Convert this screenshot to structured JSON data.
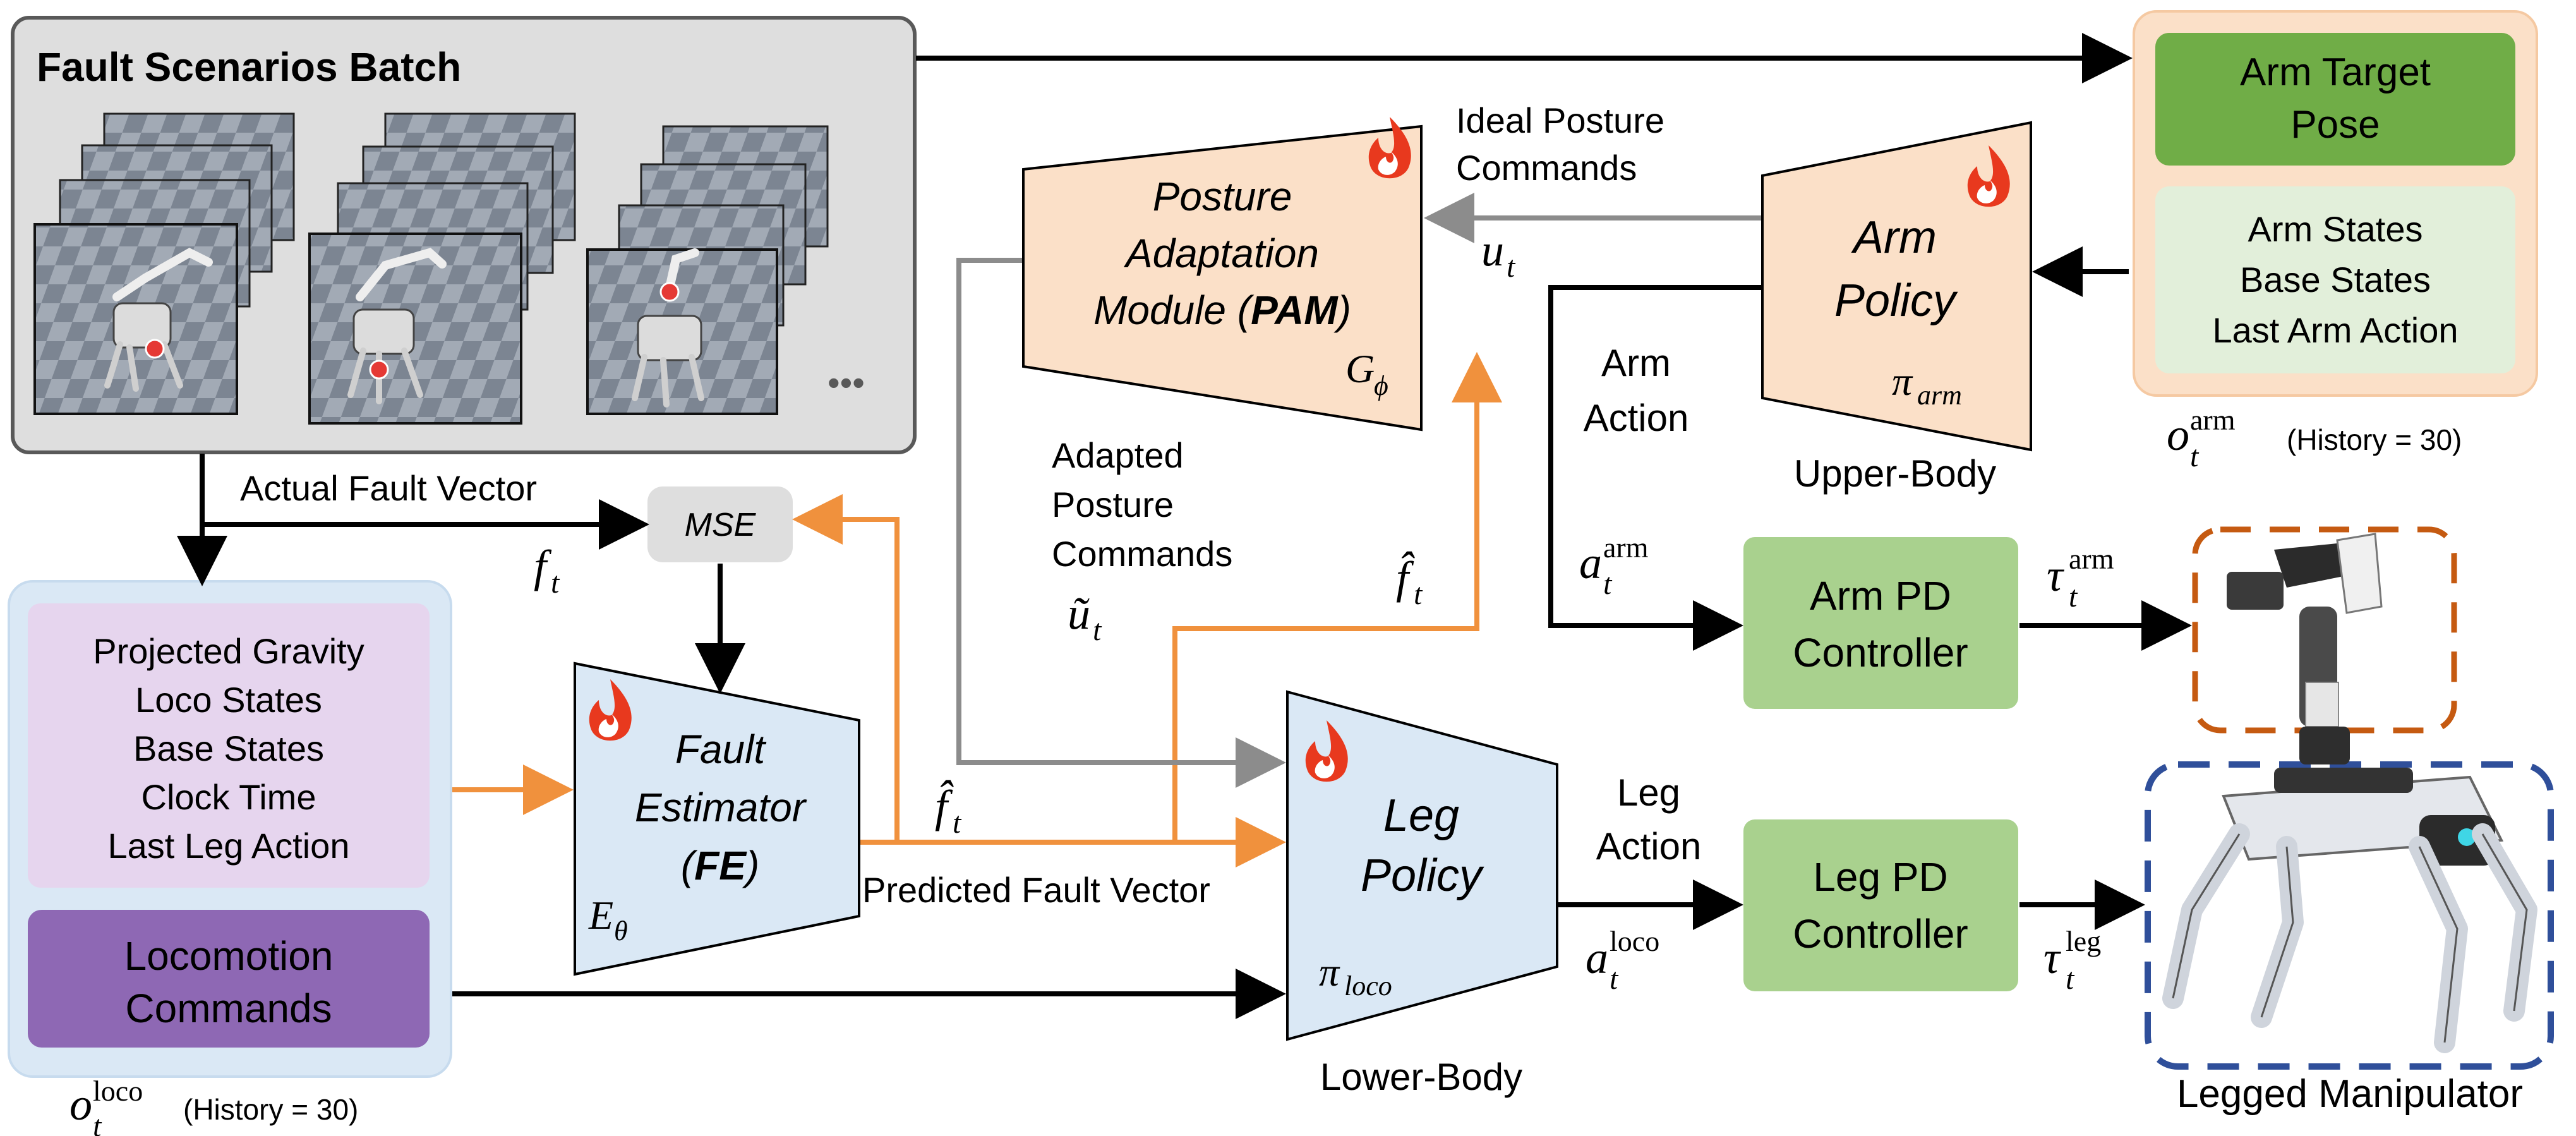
{
  "fault_batch": {
    "title": "Fault Scenarios Batch",
    "ellipsis": "•••"
  },
  "arm_obs": {
    "target_pose_l1": "Arm Target",
    "target_pose_l2": "Pose",
    "states_l1": "Arm States",
    "states_l2": "Base States",
    "states_l3": "Last Arm Action",
    "caption_symbol": "o",
    "caption_sub": "t",
    "caption_sup": "arm",
    "caption_history": "(History = 30)"
  },
  "loco_obs": {
    "l1": "Projected Gravity",
    "l2": "Loco States",
    "l3": "Base States",
    "l4": "Clock Time",
    "l5": "Last Leg Action",
    "commands_l1": "Locomotion",
    "commands_l2": "Commands",
    "caption_symbol": "o",
    "caption_sub": "t",
    "caption_sup": "loco",
    "caption_history": "(History = 30)"
  },
  "pam": {
    "l1": "Posture",
    "l2": "Adaptation",
    "l3_prefix": "Module (",
    "l3_bold": "PAM",
    "l3_suffix": ")",
    "symbol": "G",
    "symbol_sub": "ϕ"
  },
  "arm_policy": {
    "l1": "Arm",
    "l2": "Policy",
    "symbol": "π",
    "symbol_sub": "arm",
    "caption": "Upper-Body"
  },
  "fe": {
    "l1": "Fault",
    "l2": "Estimator",
    "l3_prefix": "(",
    "l3_bold": "FE",
    "l3_suffix": ")",
    "symbol": "E",
    "symbol_sub": "θ"
  },
  "leg_policy": {
    "l1": "Leg",
    "l2": "Policy",
    "symbol": "π",
    "symbol_sub": "loco",
    "caption": "Lower-Body"
  },
  "mse": {
    "label": "MSE"
  },
  "arm_pd": {
    "l1": "Arm PD",
    "l2": "Controller"
  },
  "leg_pd": {
    "l1": "Leg PD",
    "l2": "Controller"
  },
  "labels": {
    "actual_fault": "Actual Fault Vector",
    "f_t": "f",
    "t_sub": "t",
    "ideal_posture_l1": "Ideal Posture",
    "ideal_posture_l2": "Commands",
    "u_t": "u",
    "adapted_l1": "Adapted",
    "adapted_l2": "Posture",
    "adapted_l3": "Commands",
    "u_tilde": "ũ",
    "f_hat": "f̂",
    "predicted_fault": "Predicted Fault Vector",
    "arm_action_l1": "Arm",
    "arm_action_l2": "Action",
    "a_sym": "a",
    "arm_sup": "arm",
    "leg_action_l1": "Leg",
    "leg_action_l2": "Action",
    "loco_sup": "loco",
    "tau_sym": "τ",
    "leg_sup": "leg",
    "legged_manipulator": "Legged Manipulator"
  },
  "colors": {
    "orange_box": "#fbe0c8",
    "orange_line": "#f0913d",
    "green_dark": "#70ad47",
    "green_light": "#e2efda",
    "green_box": "#a9d18e",
    "blue_box": "#dae8f5",
    "pink_box": "#e6d5ee",
    "purple_box": "#8e68b4",
    "gray_box": "#dedede",
    "gray_line": "#8c8c8c",
    "arm_dash": "#c55a11",
    "leg_dash": "#2f4f9a"
  }
}
